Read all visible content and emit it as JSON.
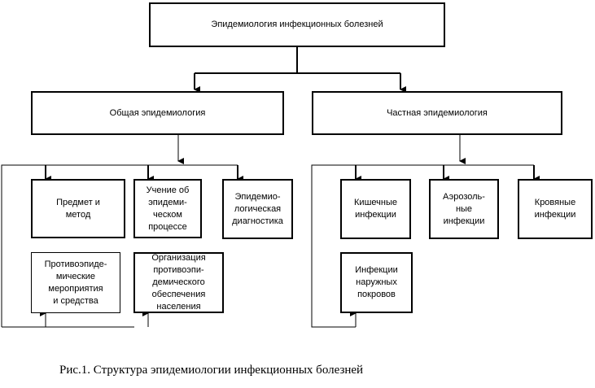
{
  "root": "Эпидемиология инфекционных болезней",
  "general": "Общая эпидемиология",
  "special": "Частная эпидемиология",
  "general_items": [
    [
      "Предмет и",
      "метод"
    ],
    [
      "Учение об",
      "эпидеми-",
      "ческом",
      "процессе"
    ],
    [
      "Эпидемио-",
      "логическая",
      "диагностика"
    ],
    [
      "Противоэпиде-",
      "мические",
      "мероприятия",
      "и средства"
    ],
    [
      "Организация",
      "противоэпи-",
      "демического",
      "обеспечения",
      "населения"
    ]
  ],
  "special_items": [
    [
      "Кишечные",
      "инфекции"
    ],
    [
      "Аэрозоль-",
      "ные",
      "инфекции"
    ],
    [
      "Кровяные",
      "инфекции"
    ],
    [
      "Инфекции",
      "наружных",
      "покровов"
    ]
  ],
  "caption": "Рис.1. Структура эпидемиологии инфекционных болезней"
}
